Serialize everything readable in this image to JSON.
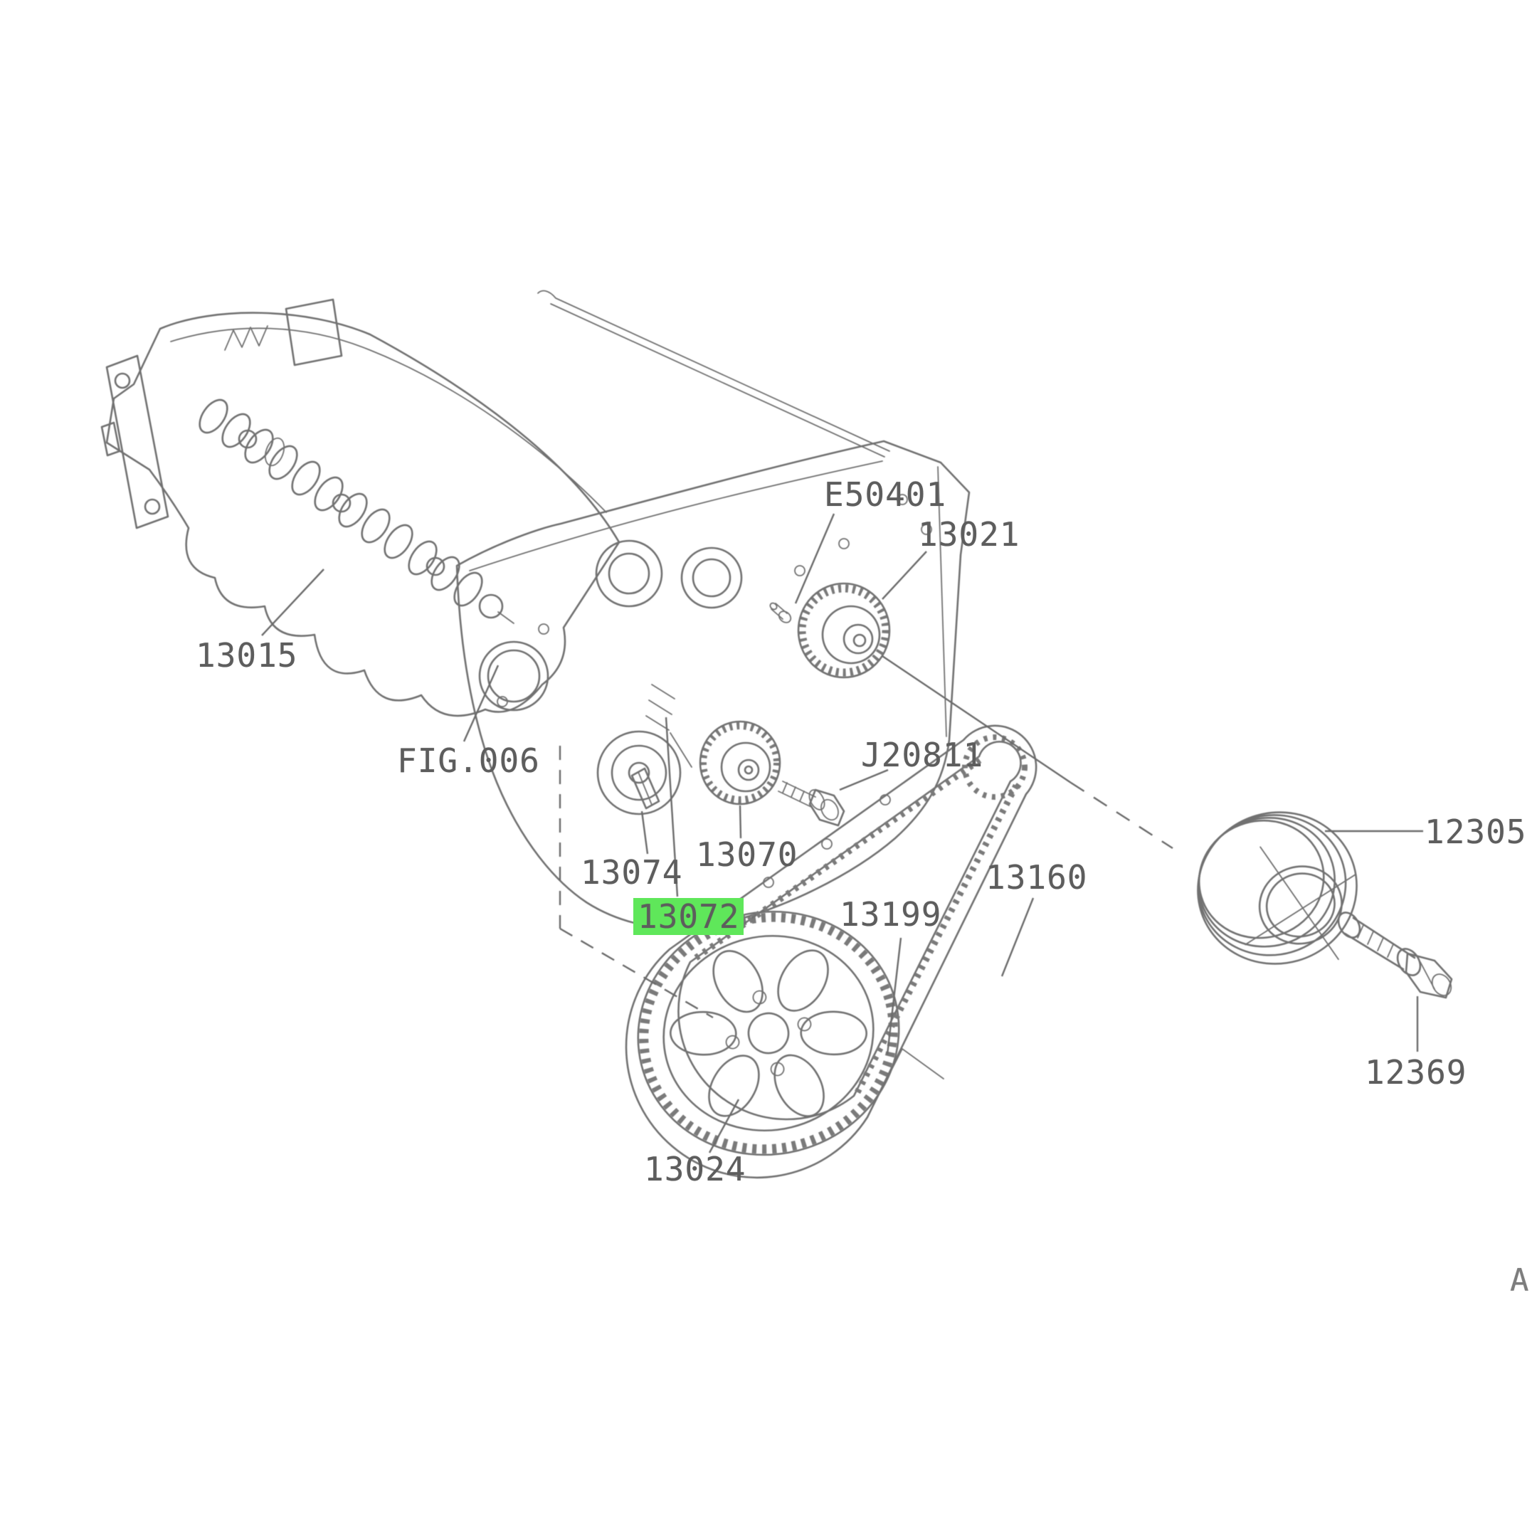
{
  "diagram": {
    "kind": "engine-timing-parts-diagram",
    "background_color": "#ffffff",
    "line_color": "#717171",
    "text_color": "#5d5d5d",
    "highlight_color": "#5fe75a",
    "corner_mark": "A",
    "labels": [
      {
        "text": "13015",
        "highlighted": false
      },
      {
        "text": "FIG.006",
        "highlighted": false
      },
      {
        "text": "E50401",
        "highlighted": false
      },
      {
        "text": "13021",
        "highlighted": false
      },
      {
        "text": "13074",
        "highlighted": false
      },
      {
        "text": "13070",
        "highlighted": false
      },
      {
        "text": "13072",
        "highlighted": true
      },
      {
        "text": "J20811",
        "highlighted": false
      },
      {
        "text": "13199",
        "highlighted": false
      },
      {
        "text": "13160",
        "highlighted": false
      },
      {
        "text": "13024",
        "highlighted": false
      },
      {
        "text": "12305",
        "highlighted": false
      },
      {
        "text": "12369",
        "highlighted": false
      }
    ]
  }
}
